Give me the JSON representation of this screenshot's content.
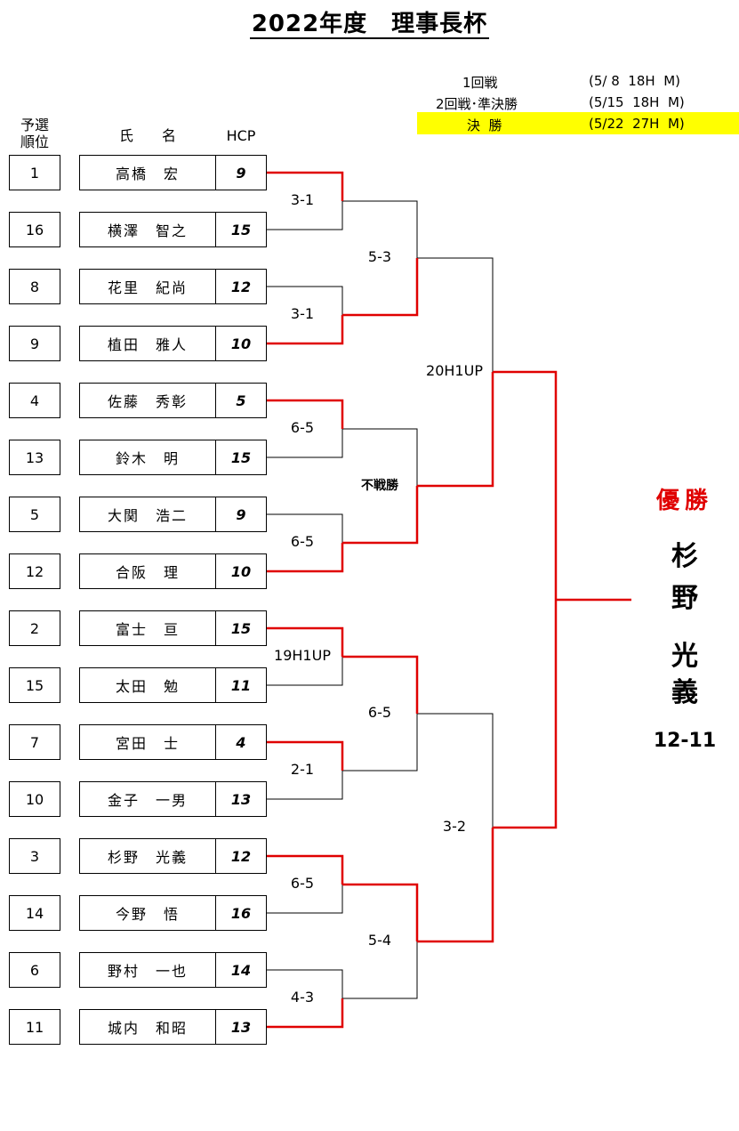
{
  "title": "2022年度　理事長杯",
  "schedule": [
    {
      "round": "1回戦",
      "date": "(5/ 8  18H  M)"
    },
    {
      "round": "2回戦･準決勝",
      "date": "(5/15  18H  M)"
    },
    {
      "round": "決  勝",
      "date": "(5/22  27H  M)"
    }
  ],
  "headers": {
    "seed": "予選\n順位",
    "name": "氏　　名",
    "hcp": "HCP"
  },
  "players": [
    {
      "seed": "1",
      "name": "高橋　宏",
      "hcp": "9"
    },
    {
      "seed": "16",
      "name": "横澤　智之",
      "hcp": "15"
    },
    {
      "seed": "8",
      "name": "花里　紀尚",
      "hcp": "12"
    },
    {
      "seed": "9",
      "name": "植田　雅人",
      "hcp": "10"
    },
    {
      "seed": "4",
      "name": "佐藤　秀彰",
      "hcp": "5"
    },
    {
      "seed": "13",
      "name": "鈴木　明",
      "hcp": "15"
    },
    {
      "seed": "5",
      "name": "大関　浩二",
      "hcp": "9"
    },
    {
      "seed": "12",
      "name": "合阪　理",
      "hcp": "10"
    },
    {
      "seed": "2",
      "name": "富士　亘",
      "hcp": "15"
    },
    {
      "seed": "15",
      "name": "太田　勉",
      "hcp": "11"
    },
    {
      "seed": "7",
      "name": "宮田　士",
      "hcp": "4"
    },
    {
      "seed": "10",
      "name": "金子　一男",
      "hcp": "13"
    },
    {
      "seed": "3",
      "name": "杉野　光義",
      "hcp": "12"
    },
    {
      "seed": "14",
      "name": "今野　悟",
      "hcp": "16"
    },
    {
      "seed": "6",
      "name": "野村　一也",
      "hcp": "14"
    },
    {
      "seed": "11",
      "name": "城内　和昭",
      "hcp": "13"
    }
  ],
  "results": {
    "round1": [
      "3-1",
      "3-1",
      "6-5",
      "6-5",
      "19H1UP",
      "2-1",
      "6-5",
      "4-3"
    ],
    "round2": [
      "5-3",
      "不戦勝",
      "6-5",
      "5-4"
    ],
    "semifinal": [
      "20H1UP",
      "3-2"
    ],
    "final": "12-11"
  },
  "champion": {
    "label": "優勝",
    "name_chars": [
      "杉",
      "野",
      "光",
      "義"
    ]
  },
  "colors": {
    "winner_line": "#e00000",
    "loser_line": "#000000",
    "highlight": "#ffff00"
  }
}
